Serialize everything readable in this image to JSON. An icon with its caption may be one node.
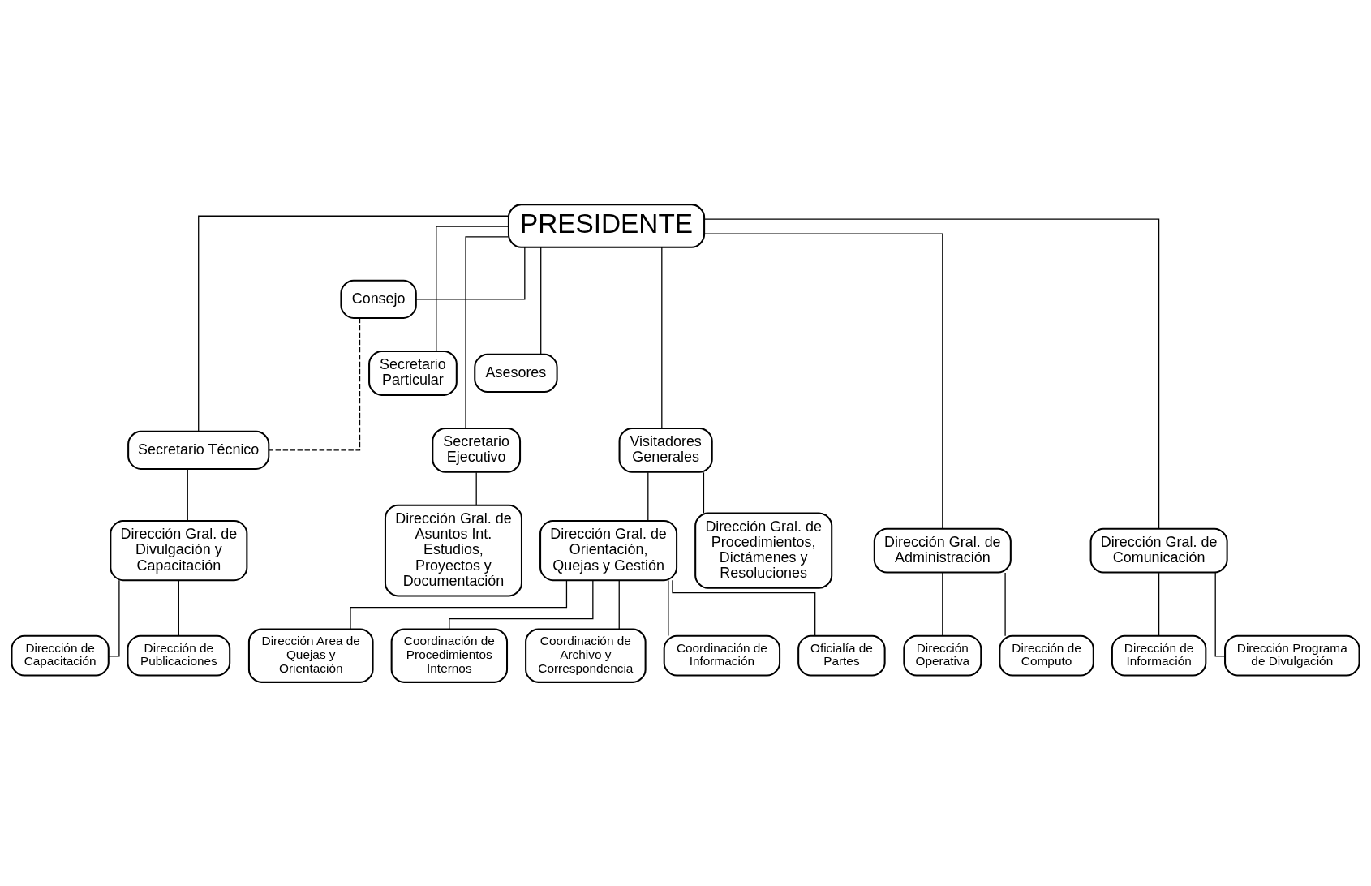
{
  "diagram": {
    "nodes": [
      {
        "text": [
          "PRESIDENTE"
        ]
      },
      {
        "text": [
          "Consejo"
        ]
      },
      {
        "text": [
          "Secretario Particular"
        ]
      },
      {
        "text": [
          "Asesores"
        ]
      },
      {
        "text": [
          "Secretario Técnico"
        ]
      },
      {
        "text": [
          "Secretario Ejecutivo"
        ]
      },
      {
        "text": [
          "Visitadores Generales"
        ]
      },
      {
        "text": [
          "Dirección Gral. de Divulgación y Capacitación"
        ]
      },
      {
        "text": [
          "Dirección Gral. de Administración"
        ]
      },
      {
        "text": [
          "Dirección Gral. de Comunicación"
        ]
      },
      {
        "text": [
          "Dirección Gral. de Asuntos Int. Estudios, Proyectos y Documentación"
        ]
      },
      {
        "text": [
          "Dirección Gral. de Orientación, Quejas y Gestión"
        ]
      },
      {
        "text": [
          "Dirección Gral. de Procedimientos, Dictámenes y Resoluciones"
        ]
      },
      {
        "text": [
          "Dirección de Capacitación"
        ]
      },
      {
        "text": [
          "Dirección de Publicaciones"
        ]
      },
      {
        "text": [
          "Dirección Operativa"
        ]
      },
      {
        "text": [
          "Dirección de Computo"
        ]
      },
      {
        "text": [
          "Dirección de Información"
        ]
      },
      {
        "text": [
          "Dirección Programa de Divulgación"
        ]
      },
      {
        "text": [
          "Dirección Area de Quejas y Orientación"
        ]
      },
      {
        "text": [
          "Coordinación de Procedimientos Internos"
        ]
      },
      {
        "text": [
          "Coordinación de Archivo y Correspondencia"
        ]
      },
      {
        "text": [
          "Coordinación de Información"
        ]
      },
      {
        "text": [
          "Oficialía de Partes"
        ]
      }
    ],
    "edges": [
      {
        "from": 0,
        "to": 1,
        "arrow": "none"
      },
      {
        "from": 0,
        "to": 2,
        "arrow": "none"
      },
      {
        "from": 0,
        "to": 3,
        "arrow": "none"
      },
      {
        "from": 0,
        "to": 4,
        "arrow": "none"
      },
      {
        "from": 0,
        "to": 5,
        "arrow": "none"
      },
      {
        "from": 0,
        "to": 6,
        "arrow": "none"
      },
      {
        "from": 0,
        "to": 8,
        "arrow": "none"
      },
      {
        "from": 0,
        "to": 9,
        "arrow": "none"
      },
      {
        "from": 1,
        "to": 4,
        "arrow": "none",
        "style": "dashed"
      },
      {
        "from": 4,
        "to": 7,
        "arrow": "none"
      },
      {
        "from": 5,
        "to": 10,
        "arrow": "none"
      },
      {
        "from": 6,
        "to": 11,
        "arrow": "none"
      },
      {
        "from": 6,
        "to": 12,
        "arrow": "none"
      },
      {
        "from": 7,
        "to": 13,
        "arrow": "none"
      },
      {
        "from": 7,
        "to": 14,
        "arrow": "none"
      },
      {
        "from": 8,
        "to": 15,
        "arrow": "none"
      },
      {
        "from": 8,
        "to": 16,
        "arrow": "none"
      },
      {
        "from": 9,
        "to": 17,
        "arrow": "none"
      },
      {
        "from": 9,
        "to": 18,
        "arrow": "none"
      },
      {
        "from": 11,
        "to": 19,
        "arrow": "none"
      },
      {
        "from": 11,
        "to": 20,
        "arrow": "none"
      },
      {
        "from": 11,
        "to": 21,
        "arrow": "none"
      },
      {
        "from": 11,
        "to": 22,
        "arrow": "none"
      },
      {
        "from": 11,
        "to": 23,
        "arrow": "none"
      }
    ]
  }
}
